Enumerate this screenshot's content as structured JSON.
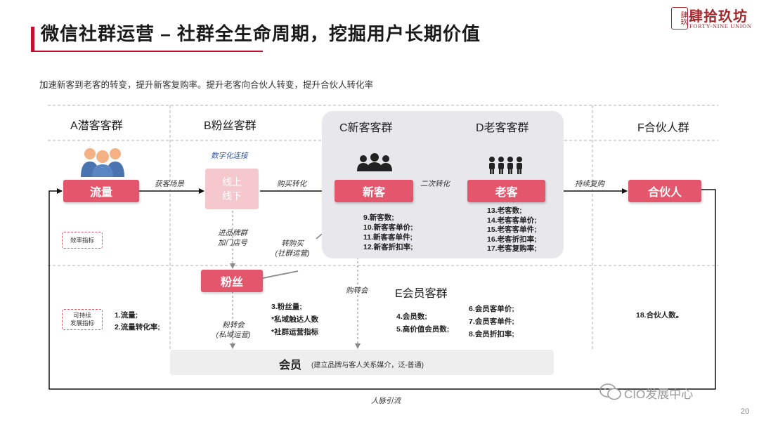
{
  "header": {
    "title": "微信社群运营 – 社群全生命周期，挖掘用户长期价值",
    "subtitle": "加速新客到老客的转变，提升新客复购率。提升老客向合伙人转变，提升合伙人转化率"
  },
  "logo": {
    "seal": "肆玖",
    "name_cn": "肆拾玖坊",
    "name_en": "FORTY-NINE UNION"
  },
  "columns": {
    "a": "A潜客客群",
    "b": "B粉丝客群",
    "c": "C新客客群",
    "d": "D老客客群",
    "f": "F合伙人群"
  },
  "nodes": {
    "traffic": "流量",
    "online_line1": "线上",
    "online_line2": "线下",
    "new_customer": "新客",
    "old_customer": "老客",
    "partner": "合伙人",
    "fans": "粉丝"
  },
  "flow_labels": {
    "digital_connect": "数字化连接",
    "acquire_scene": "获客场景",
    "purchase_convert": "购买转化",
    "second_convert": "二次转化",
    "continuous_repurchase": "持续复购",
    "join_brand_line1": "进品牌群",
    "join_brand_line2": "加门店号",
    "convert_purchase_line1": "转购买",
    "convert_purchase_line2": "(社群运营)",
    "purchase_member": "购转会",
    "fans_member_line1": "粉转会",
    "fans_member_line2": "(私域运营)",
    "referral": "人脉引流"
  },
  "indicators": {
    "efficiency": "效率指标",
    "sustainable_line1": "可持续",
    "sustainable_line2": "发展指标"
  },
  "metrics": {
    "new_customer": [
      "9.新客数;",
      "10.新客客单价;",
      "11.新客客单件;",
      "12.新客折扣率;"
    ],
    "old_customer": [
      "13.老客数;",
      "14.老客客单价;",
      "15.老客客单件;",
      "16.老客折扣率;",
      "17.老客复购率;"
    ],
    "traffic": [
      "1.流量;",
      "2.流量转化率;"
    ],
    "fans": [
      "3.粉丝量;",
      "*私域触达人数",
      "*社群运营指标"
    ],
    "member_left": [
      "4.会员数;",
      "5.高价值会员数;"
    ],
    "member_right": [
      "6.会员客单价;",
      "7.会员客单件;",
      "8.会员折扣率;"
    ],
    "partner": [
      "18.合伙人数。"
    ]
  },
  "member_section": {
    "title": "E会员客群",
    "label": "会员",
    "note": "(建立品牌与客人关系媒介，泛-普通)"
  },
  "watermark": "CIO发展中心",
  "page_number": "20",
  "colors": {
    "accent_red": "#c8102e",
    "node_red": "#e4566b",
    "node_pink": "#f5c8ce",
    "icon_blue": "#4a74b0",
    "icon_peach": "#f4b183",
    "dark_icon": "#222222"
  }
}
